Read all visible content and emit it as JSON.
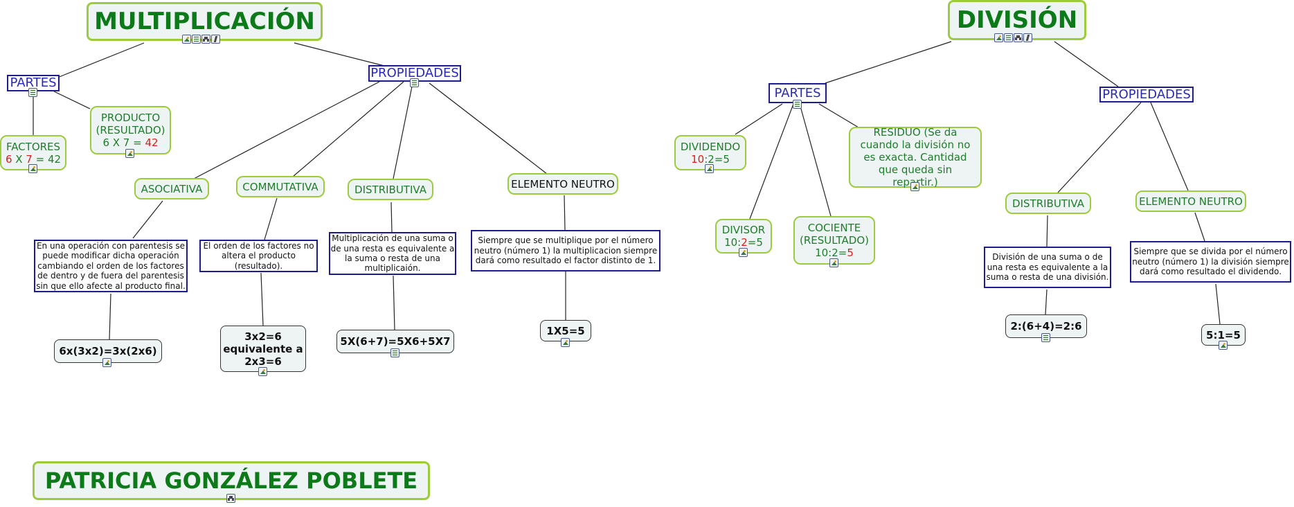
{
  "mult": {
    "title": "MULTIPLICACIÓN",
    "partes": "PARTES",
    "factores": {
      "label": "FACTORES",
      "a": "6",
      "x": " X ",
      "b": "7",
      "eq": " = 42"
    },
    "producto": {
      "line1": "PRODUCTO",
      "line2": "(RESULTADO)",
      "pre": "6 X 7 = ",
      "result": "42"
    },
    "propiedades": "PROPIEDADES",
    "asociativa": "ASOCIATIVA",
    "asociativa_desc": "En una operación con parentesis se puede modificar dicha operación cambiando el orden de los factores de dentro y de fuera del parentesis sin que ello afecte al producto final.",
    "asociativa_eq": "6x(3x2)=3x(2x6)",
    "conmutativa": "COMMUTATIVA",
    "conmutativa_desc": "El orden de los factores no altera el producto (resultado).",
    "conmutativa_eq": {
      "l1": "3x2=6",
      "l2": "equivalente a",
      "l3": "2x3=6"
    },
    "distributiva": "DISTRIBUTIVA",
    "distributiva_desc": "Multiplicación de una suma o de una resta es equivalente a la suma o resta de una multiplicaión.",
    "distributiva_eq": "5X(6+7)=5X6+5X7",
    "neutro": "ELEMENTO NEUTRO",
    "neutro_desc": "Siempre que se multiplique por el número neutro (número 1) la multiplicacion siempre dará como resultado el factor distinto de 1.",
    "neutro_eq": "1X5=5"
  },
  "div": {
    "title": "DIVISIÓN",
    "partes": "PARTES",
    "dividendo": {
      "label": "DIVIDENDO",
      "a": "10",
      "rest": ":2=5"
    },
    "divisor": {
      "label": "DIVISOR",
      "pre": "10:",
      "b": "2",
      "post": "=5"
    },
    "cociente": {
      "line1": "COCIENTE",
      "line2": "(RESULTADO)",
      "pre": "10:2=",
      "c": "5"
    },
    "residuo": "RESIDUO (Se da cuando la división no es exacta. Cantidad que queda sin repartir.)",
    "propiedades": "PROPIEDADES",
    "distributiva": "DISTRIBUTIVA",
    "distributiva_desc": "División de una suma o de una resta es equivalente a la suma o resta de una división.",
    "distributiva_eq": "2:(6+4)=2:6",
    "neutro": "ELEMENTO NEUTRO",
    "neutro_desc": "Siempre que se divida por el número neutro (número 1) la división siempre dará como resultado el dividendo.",
    "neutro_eq": "5:1=5"
  },
  "author": "PATRICIA GONZÁLEZ POBLETE",
  "icons": {
    "image": "image-icon",
    "note": "note-icon",
    "concept_map": "concept-map-icon",
    "web": "web-icon"
  },
  "colors": {
    "green_border": "#9ccc3d",
    "green_text": "#0d7a1a",
    "blue_border": "#1c1c8c",
    "blue_text": "#2a2ab8",
    "highlight": "#d42020"
  }
}
